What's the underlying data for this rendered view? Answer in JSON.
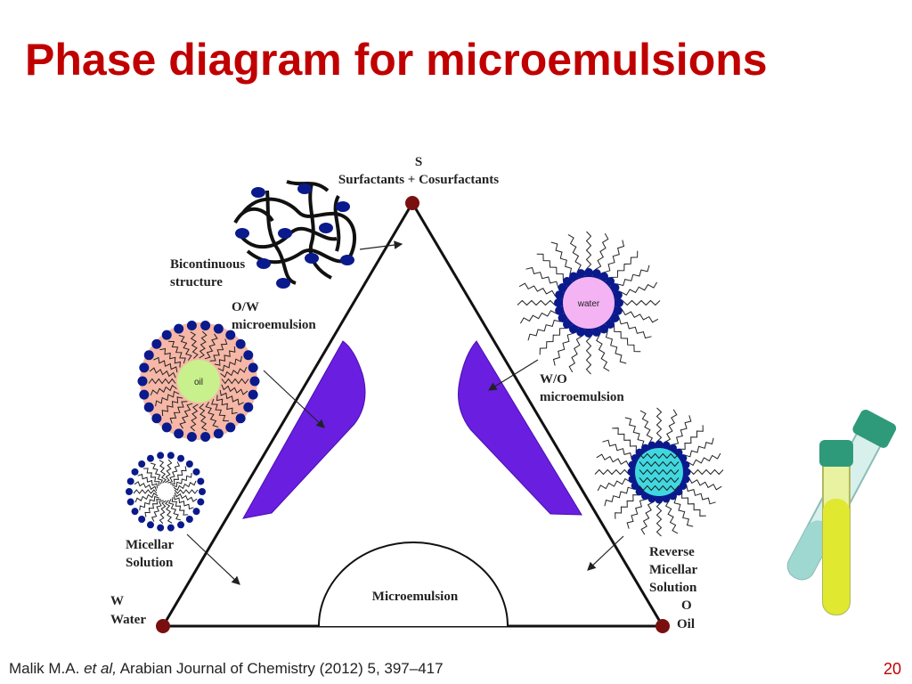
{
  "title": "Phase diagram for microemulsions",
  "vertices": {
    "s_letter": "S",
    "s_name": "Surfactants + Cosurfactants",
    "w_letter": "W",
    "w_name": "Water",
    "o_letter": "O",
    "o_name": "Oil"
  },
  "labels": {
    "bicontinuous_1": "Bicontinuous",
    "bicontinuous_2": "structure",
    "ow_1": "O/W",
    "ow_2": "microemulsion",
    "wo_1": "W/O",
    "wo_2": "microemulsion",
    "micellar_1": "Micellar",
    "micellar_2": "Solution",
    "reverse_1": "Reverse",
    "reverse_2": "Micellar",
    "reverse_3": "Solution",
    "microemulsion": "Microemulsion",
    "oil_core": "oil",
    "water_core": "water"
  },
  "colors": {
    "title": "#c00000",
    "region_fill": "#6a1ee0",
    "vertex_dot": "#7a0f0f",
    "head_blue": "#0a1a8c",
    "oil_core": "#c8f08c",
    "oil_halo": "#f6b7a6",
    "water_core": "#f4b4f4",
    "reverse_core": "#40d8e0"
  },
  "footer": {
    "author": "Malik M.A. ",
    "etal": "et al,",
    "citation": " Arabian Journal of Chemistry (2012) 5, 397–417"
  },
  "page_number": "20"
}
